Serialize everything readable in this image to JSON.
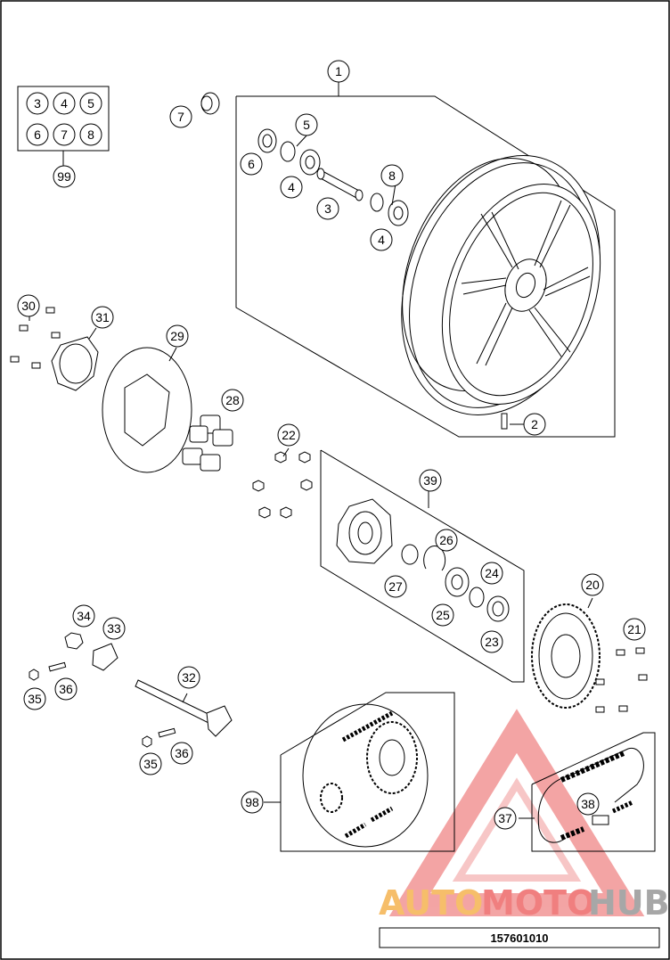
{
  "diagram": {
    "document_number": "157601010",
    "watermark": {
      "part1": "AUTO",
      "part2": "MOTO",
      "part3": "HUB"
    },
    "kit_99_items": [
      "3",
      "4",
      "5",
      "6",
      "7",
      "8"
    ],
    "callouts": {
      "c1": "1",
      "c2": "2",
      "c3": "3",
      "c4a": "4",
      "c4b": "4",
      "c5": "5",
      "c6": "6",
      "c7": "7",
      "c8": "8",
      "c20": "20",
      "c21": "21",
      "c22": "22",
      "c23": "23",
      "c24": "24",
      "c25": "25",
      "c26": "26",
      "c27": "27",
      "c28": "28",
      "c29": "29",
      "c30": "30",
      "c31": "31",
      "c32": "32",
      "c33": "33",
      "c34": "34",
      "c35a": "35",
      "c35b": "35",
      "c36a": "36",
      "c36b": "36",
      "c37": "37",
      "c38": "38",
      "c39": "39",
      "c98": "98",
      "c99": "99"
    }
  }
}
